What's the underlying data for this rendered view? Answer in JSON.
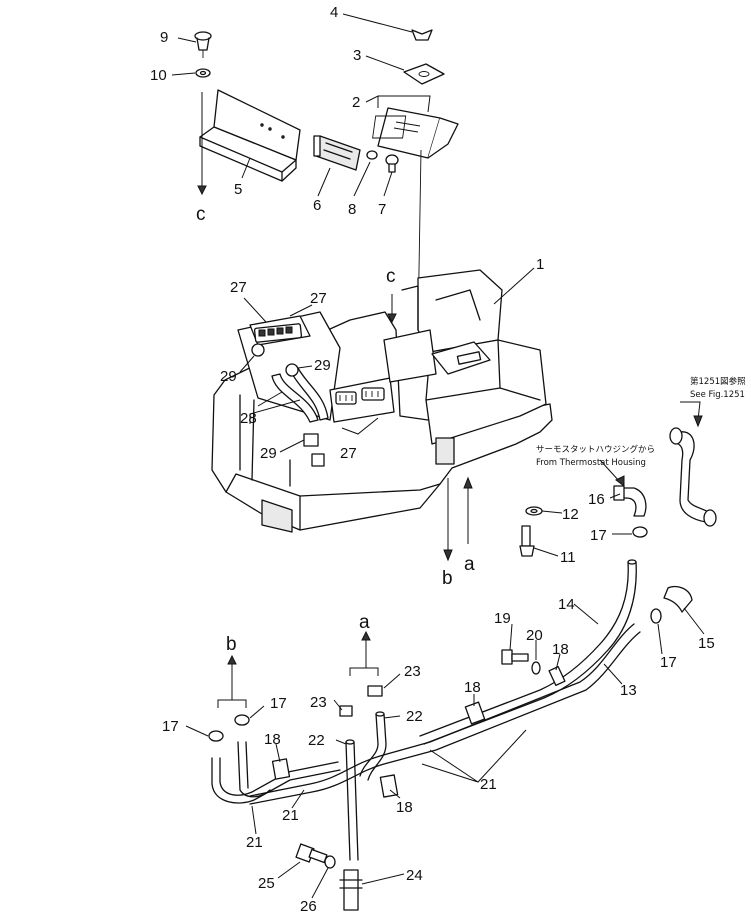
{
  "callouts": {
    "n1": "1",
    "n2": "2",
    "n3": "3",
    "n4": "4",
    "n5": "5",
    "n6": "6",
    "n7": "7",
    "n8": "8",
    "n9": "9",
    "n10": "10",
    "n11": "11",
    "n12": "12",
    "n13": "13",
    "n14": "14",
    "n15": "15",
    "n16": "16",
    "n17": "17",
    "n18": "18",
    "n19": "19",
    "n20": "20",
    "n21": "21",
    "n22": "22",
    "n23": "23",
    "n24": "24",
    "n25": "25",
    "n26": "26",
    "n27": "27",
    "n28": "28",
    "n29": "29"
  },
  "letters": {
    "a": "a",
    "b": "b",
    "c": "c"
  },
  "notes": {
    "thermostat_jp": "サーモスタットハウジングから",
    "thermostat_en": "From Thermostat Housing",
    "fig_jp": "第1251図参照",
    "fig_en": "See Fig.1251"
  }
}
